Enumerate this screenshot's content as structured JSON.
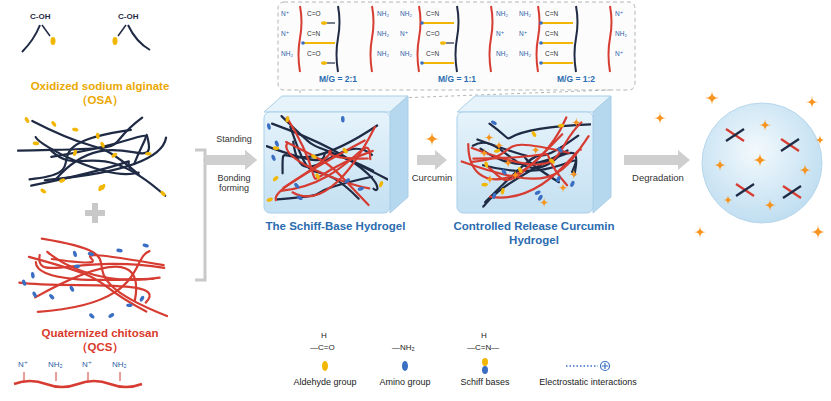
{
  "diagram": {
    "nodes": [
      {
        "text": [
          "Oxidized sodium alginate",
          "（OSA）"
        ]
      },
      {
        "text": [
          "Quaternized chitosan",
          "（QCS）"
        ]
      },
      {
        "text": [
          "The Schiff-Base Hydrogel"
        ]
      },
      {
        "text": [
          "Controlled Release Curcumin Hydrogel"
        ]
      }
    ],
    "edges": [
      {
        "from": 0,
        "to": 2,
        "arrow": "to"
      },
      {
        "from": 1,
        "to": 2,
        "arrow": "to"
      },
      {
        "from": 2,
        "to": 3,
        "arrow": "to",
        "label": "Curcumin"
      }
    ],
    "labels": [
      "N⁺",
      "N⁺",
      "NH₂",
      "C=O",
      "C=N",
      "C=O",
      "NH₂",
      "NH₂",
      "NH₂",
      "M/G = 2:1",
      "NH₂",
      "N⁺",
      "NH₂",
      "C=N",
      "C=O",
      "C=N",
      "NH₂",
      "N⁺",
      "NH₂",
      "M/G = 1:1",
      "NH₂",
      "N⁺",
      "NH₂",
      "C=N",
      "C=N",
      "C=N",
      "N⁺",
      "NH₂",
      "N⁺",
      "M/G = 1:2",
      "C-OH",
      "C-OH",
      "Standing",
      "Bonding forming",
      "N⁺",
      "NH₂",
      "N⁺",
      "NH₂",
      "Degradation",
      "H",
      "—C=O",
      "—NH₂",
      "H",
      "—C=N—"
    ],
    "legend": [
      {
        "text": "Aldehyde group"
      },
      {
        "text": "Amino group"
      },
      {
        "text": "Schiff bases"
      },
      {
        "text": "Electrostatic interactions"
      }
    ]
  }
}
